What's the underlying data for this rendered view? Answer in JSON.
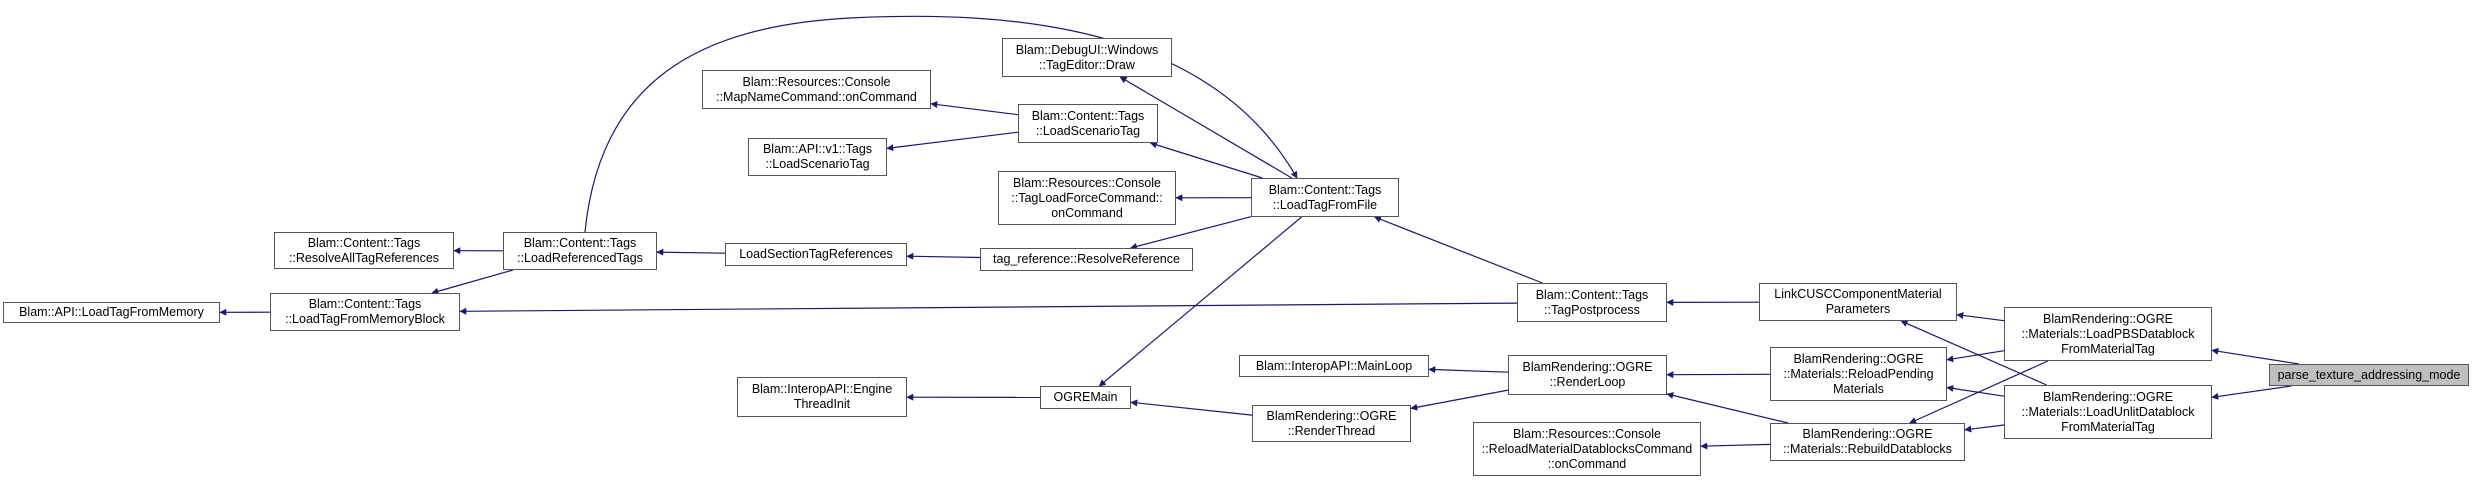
{
  "graph": {
    "nodes": [
      {
        "id": "n_api_loadmem",
        "label": "Blam::API::LoadTagFromMemory",
        "link": true
      },
      {
        "id": "n_loadmemblock",
        "label": "Blam::Content::Tags\n::LoadTagFromMemoryBlock",
        "link": true
      },
      {
        "id": "n_resolveall",
        "label": "Blam::Content::Tags\n::ResolveAllTagReferences",
        "link": true
      },
      {
        "id": "n_loadref",
        "label": "Blam::Content::Tags\n::LoadReferencedTags",
        "link": true
      },
      {
        "id": "n_mapname",
        "label": "Blam::Resources::Console\n::MapNameCommand::onCommand",
        "link": true
      },
      {
        "id": "n_apiv1",
        "label": "Blam::API::v1::Tags\n::LoadScenarioTag",
        "link": true
      },
      {
        "id": "n_loadsection",
        "label": "LoadSectionTagReferences",
        "link": true
      },
      {
        "id": "n_tagref",
        "label": "tag_reference::ResolveReference",
        "link": true
      },
      {
        "id": "n_debugui",
        "label": "Blam::DebugUI::Windows\n::TagEditor::Draw",
        "link": true
      },
      {
        "id": "n_loadscen",
        "label": "Blam::Content::Tags\n::LoadScenarioTag",
        "link": true
      },
      {
        "id": "n_tagloadforce",
        "label": "Blam::Resources::Console\n::TagLoadForceCommand::\nonCommand",
        "link": true
      },
      {
        "id": "n_loadfile",
        "label": "Blam::Content::Tags\n::LoadTagFromFile",
        "link": true
      },
      {
        "id": "n_postprocess",
        "label": "Blam::Content::Tags\n::TagPostprocess",
        "link": true
      },
      {
        "id": "n_enginethread",
        "label": "Blam::InteropAPI::Engine\nThreadInit",
        "link": true
      },
      {
        "id": "n_ogremain",
        "label": "OGREMain",
        "link": true
      },
      {
        "id": "n_mainloop",
        "label": "Blam::InteropAPI::MainLoop",
        "link": true
      },
      {
        "id": "n_renderthread",
        "label": "BlamRendering::OGRE\n::RenderThread",
        "link": true
      },
      {
        "id": "n_renderloop",
        "label": "BlamRendering::OGRE\n::RenderLoop",
        "link": true
      },
      {
        "id": "n_reloadmatcmd",
        "label": "Blam::Resources::Console\n::ReloadMaterialDatablocksCommand\n::onCommand",
        "link": true
      },
      {
        "id": "n_linkcusc",
        "label": "LinkCUSCComponentMaterial\nParameters",
        "link": true
      },
      {
        "id": "n_reloadpending",
        "label": "BlamRendering::OGRE\n::Materials::ReloadPending\nMaterials",
        "link": true
      },
      {
        "id": "n_rebuild",
        "label": "BlamRendering::OGRE\n::Materials::RebuildDatablocks",
        "link": true
      },
      {
        "id": "n_loadpbs",
        "label": "BlamRendering::OGRE\n::Materials::LoadPBSDatablock\nFromMaterialTag",
        "link": true
      },
      {
        "id": "n_loadunlit",
        "label": "BlamRendering::OGRE\n::Materials::LoadUnlitDatablock\nFromMaterialTag",
        "link": true
      },
      {
        "id": "n_parse",
        "label": "parse_texture_addressing_mode",
        "link": false
      }
    ],
    "edges": [
      {
        "from": "n_api_loadmem",
        "to": "n_loadmemblock"
      },
      {
        "from": "n_loadmemblock",
        "to": "n_loadref"
      },
      {
        "from": "n_loadmemblock",
        "to": "n_postprocess"
      },
      {
        "from": "n_resolveall",
        "to": "n_loadref"
      },
      {
        "from": "n_loadref",
        "to": "n_loadsection"
      },
      {
        "from": "n_loadfile",
        "to": "n_loadref"
      },
      {
        "from": "n_loadsection",
        "to": "n_tagref"
      },
      {
        "from": "n_tagref",
        "to": "n_loadfile"
      },
      {
        "from": "n_mapname",
        "to": "n_loadscen"
      },
      {
        "from": "n_apiv1",
        "to": "n_loadscen"
      },
      {
        "from": "n_loadscen",
        "to": "n_loadfile"
      },
      {
        "from": "n_debugui",
        "to": "n_loadfile"
      },
      {
        "from": "n_tagloadforce",
        "to": "n_loadfile"
      },
      {
        "from": "n_ogremain",
        "to": "n_loadfile"
      },
      {
        "from": "n_loadfile",
        "to": "n_postprocess"
      },
      {
        "from": "n_postprocess",
        "to": "n_linkcusc"
      },
      {
        "from": "n_enginethread",
        "to": "n_ogremain"
      },
      {
        "from": "n_ogremain",
        "to": "n_renderthread"
      },
      {
        "from": "n_renderthread",
        "to": "n_renderloop"
      },
      {
        "from": "n_mainloop",
        "to": "n_renderloop"
      },
      {
        "from": "n_renderloop",
        "to": "n_reloadpending"
      },
      {
        "from": "n_renderloop",
        "to": "n_rebuild"
      },
      {
        "from": "n_reloadmatcmd",
        "to": "n_rebuild"
      },
      {
        "from": "n_linkcusc",
        "to": "n_loadpbs"
      },
      {
        "from": "n_linkcusc",
        "to": "n_loadunlit"
      },
      {
        "from": "n_reloadpending",
        "to": "n_loadpbs"
      },
      {
        "from": "n_reloadpending",
        "to": "n_loadunlit"
      },
      {
        "from": "n_rebuild",
        "to": "n_loadpbs"
      },
      {
        "from": "n_rebuild",
        "to": "n_loadunlit"
      },
      {
        "from": "n_loadpbs",
        "to": "n_parse"
      },
      {
        "from": "n_loadunlit",
        "to": "n_parse"
      }
    ]
  },
  "colors": {
    "edge": "#191970",
    "node_border": "#555555",
    "focus_fill": "#bfbfbf"
  }
}
